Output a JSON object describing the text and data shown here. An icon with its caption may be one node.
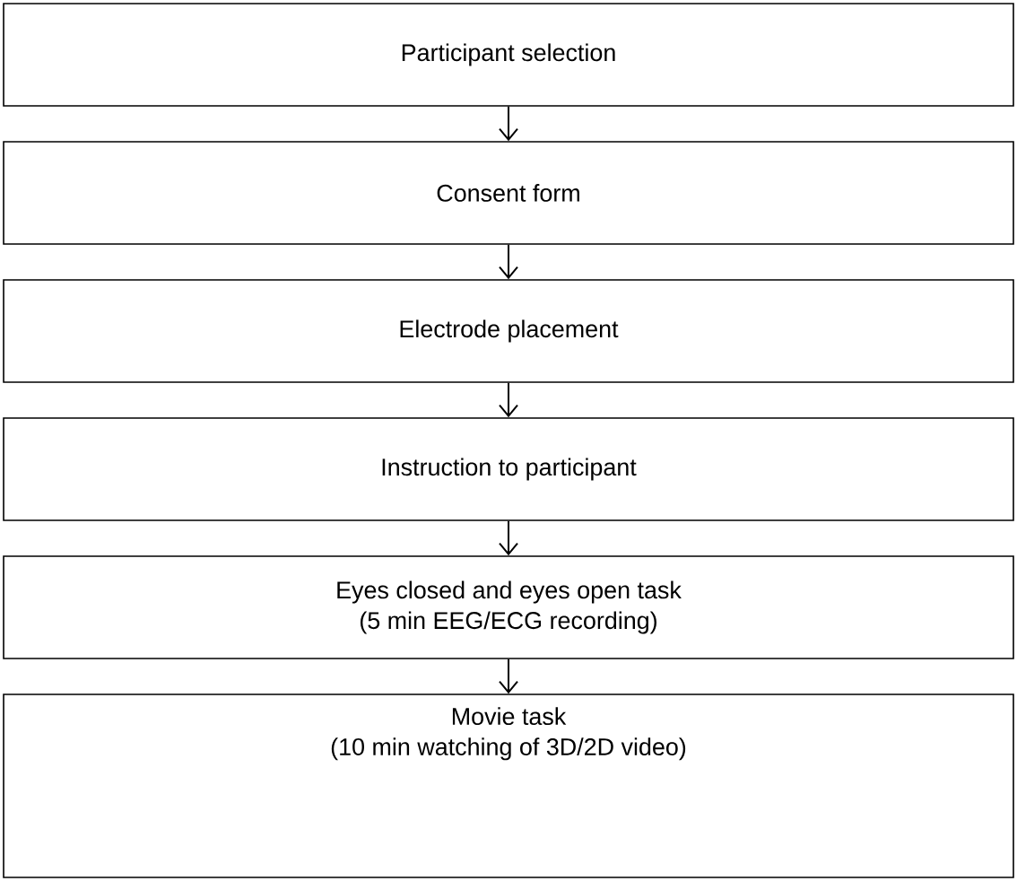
{
  "diagram": {
    "nodes": [
      {
        "text": [
          "Participant selection"
        ]
      },
      {
        "text": [
          "Consent form"
        ]
      },
      {
        "text": [
          "Electrode placement"
        ]
      },
      {
        "text": [
          "Instruction to participant"
        ]
      },
      {
        "text": [
          "Eyes closed and eyes open task",
          "(5 min EEG/ECG recording)"
        ]
      },
      {
        "text": [
          "Movie task",
          "(10 min watching of 3D/2D video)"
        ]
      }
    ],
    "edges": [
      {
        "from": 0,
        "to": 1,
        "arrow": "to"
      },
      {
        "from": 1,
        "to": 2,
        "arrow": "to"
      },
      {
        "from": 2,
        "to": 3,
        "arrow": "to"
      },
      {
        "from": 3,
        "to": 4,
        "arrow": "to"
      },
      {
        "from": 4,
        "to": 5,
        "arrow": "to"
      }
    ]
  }
}
